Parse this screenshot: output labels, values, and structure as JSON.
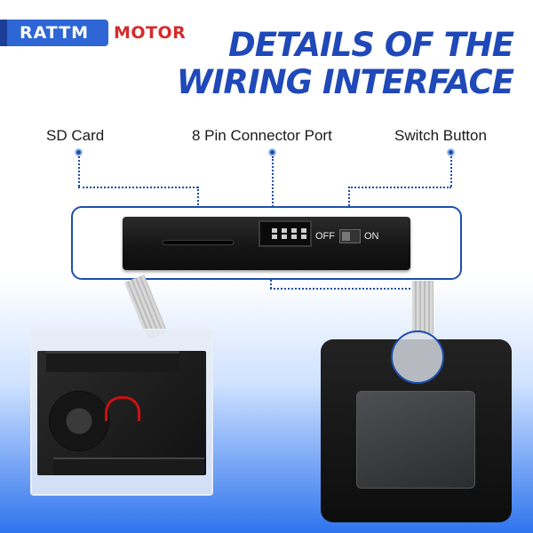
{
  "brand": {
    "badge_text": "RATTM",
    "word": "MOTOR"
  },
  "headline": {
    "line1": "DETAILS OF THE",
    "line2": "WIRING INTERFACE"
  },
  "labels": {
    "sd_card": "SD Card",
    "pin_connector": "8 Pin Connector Port",
    "switch_button": "Switch Button"
  },
  "switch": {
    "off_label": "OFF",
    "on_label": "ON"
  },
  "colors": {
    "headline_blue": "#1f48b8",
    "brand_blue": "#2e66d6",
    "brand_red": "#d72b2b",
    "leader_blue": "#1a4fa8"
  }
}
